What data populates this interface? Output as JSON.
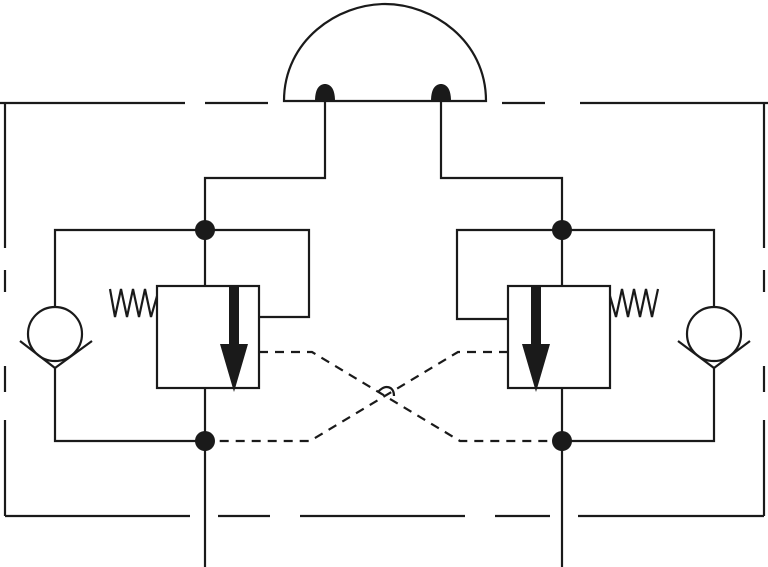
{
  "diagram": {
    "kind": "hydraulic-schematic",
    "components": [
      {
        "name": "pilot-operated-check-valve",
        "count": 2
      },
      {
        "name": "check-valve",
        "count": 2
      },
      {
        "name": "spring",
        "count": 2
      },
      {
        "name": "actuator-connection",
        "count": 1
      },
      {
        "name": "junction",
        "count": 4
      }
    ],
    "colors": {
      "line": "#1a1a1a",
      "background": "#ffffff"
    }
  }
}
